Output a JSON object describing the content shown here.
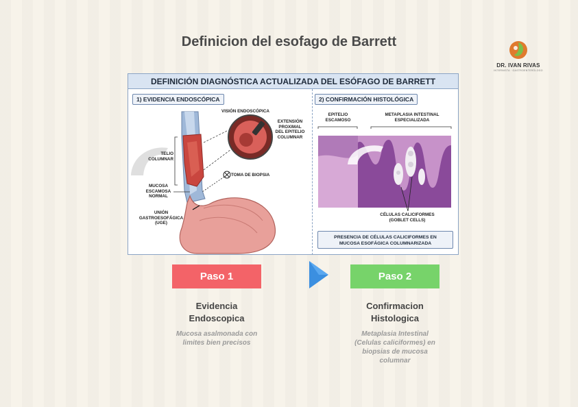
{
  "page_title": "Definicion del esofago de Barrett",
  "logo": {
    "name": "DR. IVAN RIVAS",
    "subtitle": "INTERNISTA · GASTROENTERÓLOGO",
    "colors": [
      "#e07a2e",
      "#7cbf4a"
    ]
  },
  "figure": {
    "header": "DEFINICIÓN DIAGNÓSTICA ACTUALIZADA DEL ESÓFAGO DE BARRETT",
    "panel1": {
      "label": "1) EVIDENCIA ENDOSCÓPICA",
      "annotations": {
        "endoscopic_view": "VISIÓN ENDOSCÓPICA",
        "proximal_extension": "EXTENSIÓN\nPROXIMAL\nDEL EPITELIO\nCOLUMNAR",
        "columnar_epithelium": "TELIO\nCOLUMNAR",
        "biopsy": "TOMA DE BIOPSIA",
        "squamous_mucosa": "MUCOSA\nESCAMOSA\nNORMAL",
        "gej": "UNIÓN\nGASTROESOFÁGICA\n(UGE)"
      }
    },
    "panel2": {
      "label": "2) CONFIRMACIÓN HISTOLÓGICA",
      "annotations": {
        "squamous_epithelium": "EPITELIO\nESCAMOSO",
        "intestinal_metaplasia": "METAPLASIA INTESTINAL\nESPECIALIZADA",
        "goblet_cells": "CÉLULAS CALICIFORMES\n(GOBLET CELLS)"
      },
      "caption": "PRESENCIA DE CÉLULAS CALICIFORMES EN\nMUCOSA ESOFÁGICA COLUMNARIZADA"
    }
  },
  "steps": [
    {
      "label": "Paso 1",
      "color": "#f36368",
      "heading": "Evidencia\nEndoscopica",
      "description": "Mucosa asalmonada con\nlimites  bien precisos"
    },
    {
      "label": "Paso 2",
      "color": "#77d36a",
      "heading": "Confirmacion\nHistologica",
      "description": "Metaplasia Intestinal\n(Celulas caliciformes) en\nbiopsias de mucosa\ncolumnar"
    }
  ],
  "arrow_icon": "play-triangle-icon",
  "arrow_color": "#3b8fe0"
}
